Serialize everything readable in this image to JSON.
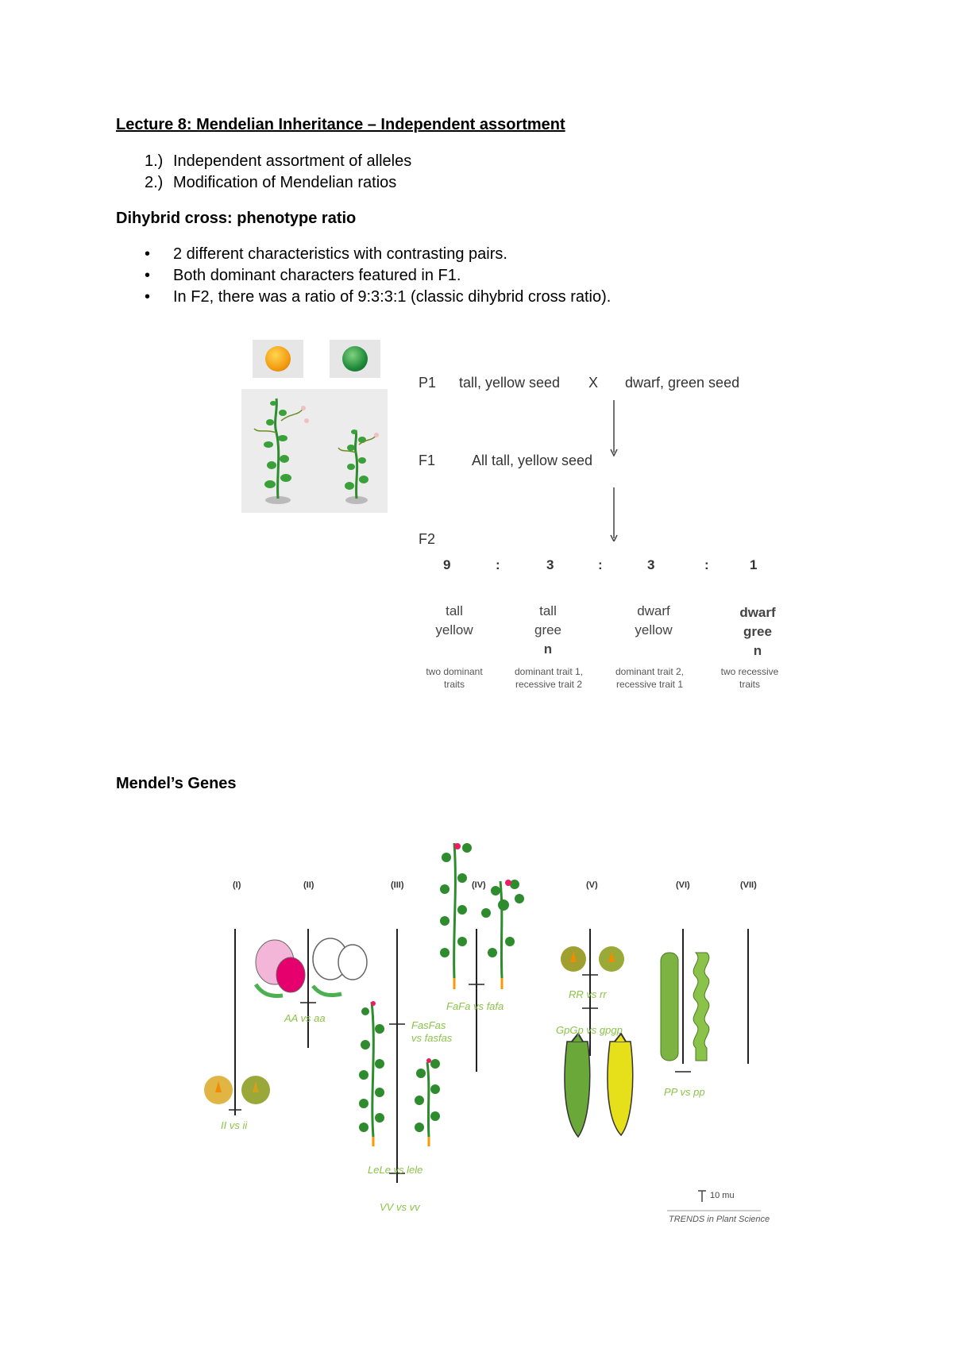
{
  "doc": {
    "title": "Lecture 8: Mendelian Inheritance – Independent assortment",
    "objectives": [
      {
        "num": "1.)",
        "text": "Independent assortment of alleles"
      },
      {
        "num": "2.)",
        "text": "Modification of Mendelian ratios"
      }
    ],
    "section1_heading": "Dihybrid cross: phenotype ratio",
    "bullets": [
      "2 different characteristics with contrasting pairs.",
      "Both dominant characters featured in F1.",
      "In F2, there was a ratio of 9:3:3:1 (classic dihybrid cross ratio)."
    ],
    "section2_heading": "Mendel’s Genes"
  },
  "cross": {
    "p1_label": "P1",
    "p1_parent1": "tall, yellow seed",
    "p1_x": "X",
    "p1_parent2": "dwarf, green seed",
    "f1_label": "F1",
    "f1_text": "All tall, yellow seed",
    "f2_label": "F2",
    "ratio": [
      "9",
      ":",
      "3",
      ":",
      "3",
      ":",
      "1"
    ],
    "phenotypes": [
      {
        "line1": "tall",
        "line2": "yellow",
        "line3": "",
        "note": "two dominant traits"
      },
      {
        "line1": "tall",
        "line2": "gree",
        "line3": "n",
        "note": "dominant trait 1, recessive trait 2"
      },
      {
        "line1": "dwarf",
        "line2": "yellow",
        "line3": "",
        "note": "dominant trait 2, recessive trait 1"
      },
      {
        "line1": "dwarf",
        "line2": "gree",
        "line3": "n",
        "note": "two recessive traits"
      }
    ]
  },
  "genes_figure": {
    "chromosomes": [
      "(I)",
      "(II)",
      "(III)",
      "(IV)",
      "(V)",
      "(VI)",
      "(VII)"
    ],
    "labels": {
      "i": "II vs ii",
      "a": "AA vs aa",
      "fas": "FasFas",
      "fas2": "vs fasfas",
      "fa": "FaFa vs fafa",
      "le": "LeLe vs lele",
      "v": "VV vs vv",
      "r": "RR vs rr",
      "gp": "GpGp vs gpgp",
      "p": "PP vs pp"
    },
    "scale": "10 mu",
    "credit": "TRENDS in Plant Science"
  },
  "colors": {
    "plant_green": "#2e8b2e",
    "label_green": "#8bc34a",
    "pod_yellow": "#e6e01a",
    "flower_pink": "#e91e63"
  }
}
